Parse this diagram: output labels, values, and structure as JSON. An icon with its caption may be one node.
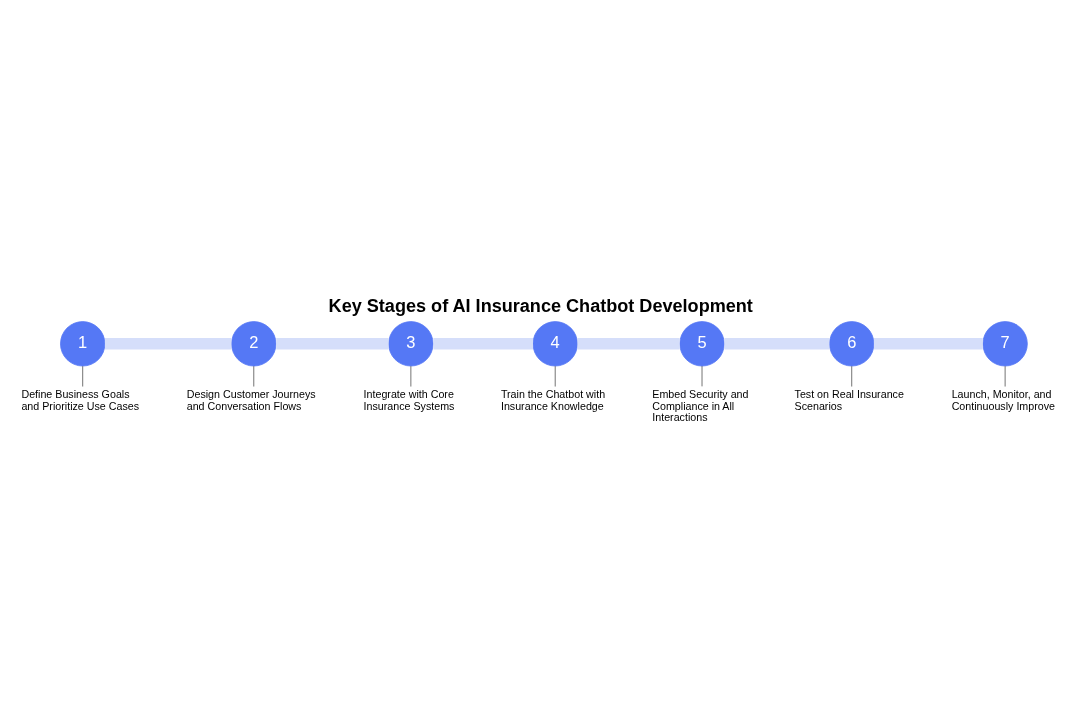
{
  "diagram": {
    "title": "Key Stages of AI Insurance Chatbot Development",
    "nodes": [
      {
        "text": [
          "1"
        ]
      },
      {
        "text": [
          "2"
        ]
      },
      {
        "text": [
          "3"
        ]
      },
      {
        "text": [
          "4"
        ]
      },
      {
        "text": [
          "5"
        ]
      },
      {
        "text": [
          "6"
        ]
      },
      {
        "text": [
          "7"
        ]
      },
      {
        "text": [
          "Define Business Goals and Prioritize Use Cases"
        ]
      },
      {
        "text": [
          "Design Customer Journeys and Conversation Flows"
        ]
      },
      {
        "text": [
          "Integrate with Core Insurance Systems"
        ]
      },
      {
        "text": [
          "Train the Chatbot with Insurance Knowledge"
        ]
      },
      {
        "text": [
          "Embed Security and Compliance in All Interactions"
        ]
      },
      {
        "text": [
          "Test on Real Insurance Scenarios"
        ]
      },
      {
        "text": [
          "Launch, Monitor, and Continuously Improve"
        ]
      }
    ],
    "edges": [
      {
        "from": 0,
        "to": 1,
        "arrow": "none",
        "style": "thick",
        "color": "#d5defa"
      },
      {
        "from": 1,
        "to": 2,
        "arrow": "none",
        "style": "thick",
        "color": "#d5defa"
      },
      {
        "from": 2,
        "to": 3,
        "arrow": "none",
        "style": "thick",
        "color": "#d5defa"
      },
      {
        "from": 3,
        "to": 4,
        "arrow": "none",
        "style": "thick",
        "color": "#d5defa"
      },
      {
        "from": 4,
        "to": 5,
        "arrow": "none",
        "style": "thick",
        "color": "#d5defa"
      },
      {
        "from": 5,
        "to": 6,
        "arrow": "none",
        "style": "thick",
        "color": "#d5defa"
      },
      {
        "from": 7,
        "to": 0,
        "arrow": "none"
      },
      {
        "from": 8,
        "to": 1,
        "arrow": "none"
      },
      {
        "from": 9,
        "to": 2,
        "arrow": "none"
      },
      {
        "from": 10,
        "to": 3,
        "arrow": "none"
      },
      {
        "from": 11,
        "to": 4,
        "arrow": "none"
      },
      {
        "from": 12,
        "to": 5,
        "arrow": "none"
      },
      {
        "from": 13,
        "to": 6,
        "arrow": "none"
      }
    ]
  }
}
